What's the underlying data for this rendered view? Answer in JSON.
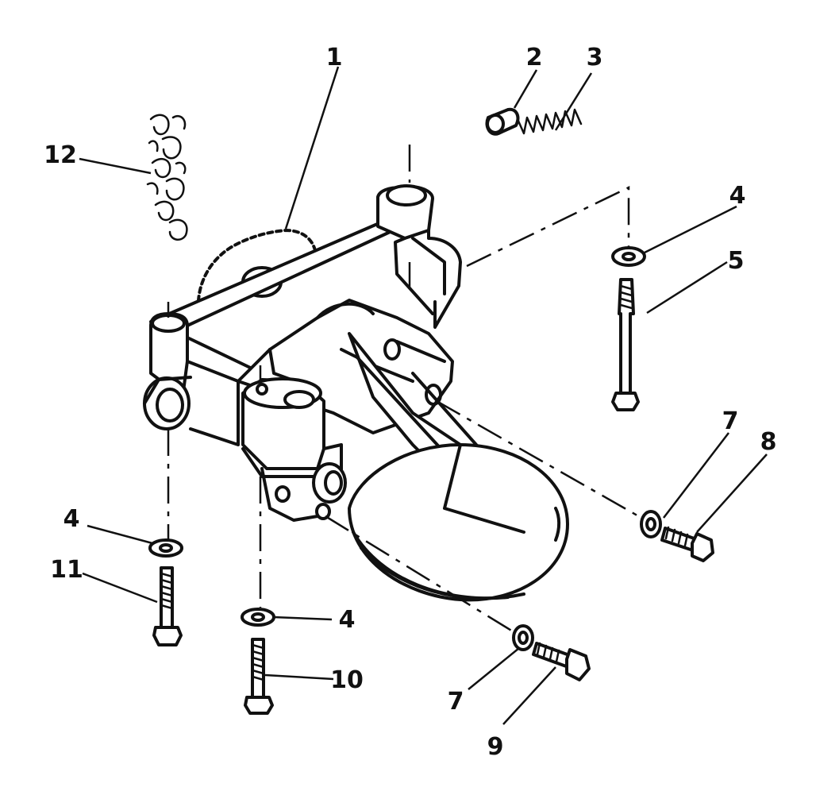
{
  "callouts": {
    "c1": "1",
    "c2": "2",
    "c3": "3",
    "c4a": "4",
    "c5": "5",
    "c4b": "4",
    "c11": "11",
    "c4c": "4",
    "c10": "10",
    "c7a": "7",
    "c8": "8",
    "c7b": "7",
    "c9": "9",
    "c12": "12"
  },
  "colors": {
    "ink": "#111111",
    "paper": "#ffffff"
  }
}
